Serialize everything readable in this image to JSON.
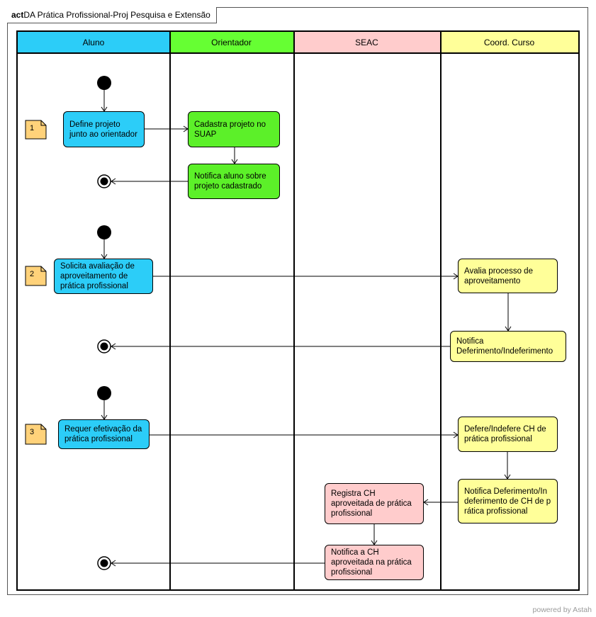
{
  "diagram": {
    "frame_keyword": "act",
    "frame_title": "DA Prática Profissional-Proj Pesquisa e Extensão",
    "lanes": [
      {
        "label": "Aluno",
        "color": "#2ccdf8"
      },
      {
        "label": "Orientador",
        "color": "#66ff33"
      },
      {
        "label": "SEAC",
        "color": "#ffcccc"
      },
      {
        "label": "Coord. Curso",
        "color": "#ffff99"
      }
    ],
    "notes": [
      "1",
      "2",
      "3"
    ],
    "actions": {
      "define_projeto": "Define projeto junto ao orientador",
      "cadastra_projeto": "Cadastra projeto no SUAP",
      "notifica_aluno": "Notifica aluno sobre projeto cadastrado",
      "solicita_avaliacao": "Solicita avaliação de aproveitamento de prática profissional",
      "avalia_processo": "Avalia processo de aproveitamento",
      "notifica_deferimento": "Notifica Deferimento/Indeferimento",
      "requer_efetivacao": "Requer efetivação da prática profissional",
      "defere_indefere": "Defere/Indefere CH de prática profissional",
      "notifica_deferimento_ch": "Notifica Deferimento/Indeferimento de CH de prática profissional",
      "registra_ch": "Registra CH aproveitada de prática profissional",
      "notifica_ch": "Notifica a CH aproveitada na prática profissional"
    },
    "colors": {
      "aluno_action": "#2ccdf8",
      "orientador_action": "#5cf029",
      "coord_action": "#ffff99",
      "seac_action": "#ffcccc",
      "note": "#ffd27a"
    }
  },
  "footer": {
    "watermark": "powered by Astah"
  }
}
